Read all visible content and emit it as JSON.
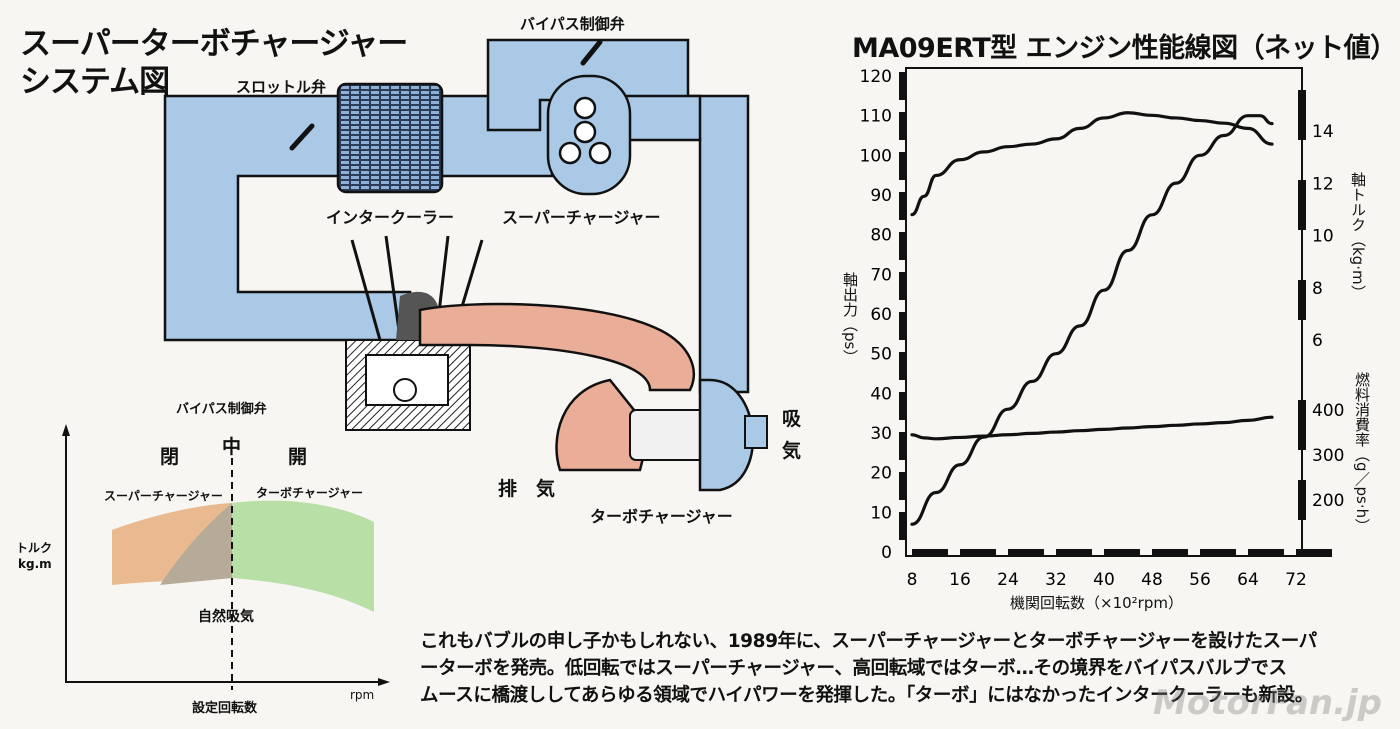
{
  "system_title_line1": "スーパーターボチャージャー",
  "system_title_line2": "システム図",
  "labels": {
    "bypass_valve_top": "バイパス制御弁",
    "throttle_valve": "スロットル弁",
    "intercooler": "インタークーラー",
    "supercharger": "スーパーチャージャー",
    "intake_1": "吸",
    "intake_2": "気",
    "exhaust": "排　気",
    "turbocharger": "ターボチャージャー"
  },
  "inset": {
    "title": "バイパス制御弁",
    "closed": "閉",
    "middle": "中",
    "open": "開",
    "supercharger": "スーパーチャージャー",
    "turbocharger": "ターボチャージャー",
    "ylabel_1": "トルク",
    "ylabel_2": "kg.m",
    "natural": "自然吸気",
    "set_rpm": "設定回転数",
    "xlabel": "rpm",
    "colors": {
      "supercharger": "#e9b98f",
      "turbo": "#b8e0a6",
      "overlap": "#b6ab98"
    }
  },
  "chart_title": "MA09ERT型 エンジン性能線図（ネット値）",
  "caption_line1": "これもバブルの申し子かもしれない、1989年に、スーパーチャージャーとターボチャージャーを設けたスーパ",
  "caption_line2": "ーターボを発売。低回転ではスーパーチャージャー、高回転域ではターボ…その境界をバイパスバルブでス",
  "caption_line3": "ムースに橋渡ししてあらゆる領域でハイパワーを発揮した。「ターボ」にはなかったインタークーラーも新設。",
  "watermark": "MotorFan.jp",
  "chart_data": {
    "type": "line",
    "xlabel": "機関回転数（×10²rpm）",
    "x_ticks": [
      8,
      16,
      24,
      32,
      40,
      48,
      56,
      64,
      72
    ],
    "xlim": [
      8,
      72
    ],
    "left_axis": {
      "label": "軸出力（ps）",
      "ticks": [
        0,
        10,
        20,
        30,
        40,
        50,
        60,
        70,
        80,
        90,
        100,
        110,
        120
      ],
      "range": [
        0,
        120
      ]
    },
    "right_axis_torque": {
      "label": "軸トルク（kg·m）",
      "ticks": [
        6,
        8,
        10,
        12,
        14
      ],
      "range": [
        6,
        15
      ]
    },
    "right_axis_fuel": {
      "label": "燃料消費率（g／ps·h）",
      "ticks": [
        200,
        300,
        400
      ],
      "range": [
        150,
        450
      ]
    },
    "series": [
      {
        "name": "軸出力",
        "axis": "left",
        "x": [
          8,
          12,
          16,
          20,
          24,
          28,
          32,
          36,
          40,
          44,
          48,
          52,
          56,
          60,
          64,
          66,
          68
        ],
        "values": [
          7,
          15,
          22,
          29,
          36,
          43,
          50,
          57,
          66,
          76,
          85,
          93,
          100,
          105,
          110,
          110,
          108
        ]
      },
      {
        "name": "軸トルク",
        "axis": "torque",
        "x": [
          8,
          10,
          12,
          16,
          20,
          24,
          28,
          32,
          36,
          40,
          44,
          48,
          52,
          56,
          60,
          64,
          68
        ],
        "values": [
          10.8,
          11.5,
          12.3,
          12.9,
          13.2,
          13.4,
          13.5,
          13.7,
          14.1,
          14.5,
          14.7,
          14.6,
          14.5,
          14.4,
          14.3,
          14.1,
          13.5
        ]
      },
      {
        "name": "燃料消費率",
        "axis": "fuel",
        "x": [
          8,
          10,
          12,
          16,
          20,
          24,
          28,
          32,
          36,
          40,
          44,
          48,
          52,
          56,
          60,
          64,
          68
        ],
        "values": [
          345,
          338,
          336,
          339,
          342,
          345,
          348,
          351,
          354,
          357,
          360,
          363,
          366,
          369,
          372,
          377,
          384
        ]
      }
    ]
  }
}
